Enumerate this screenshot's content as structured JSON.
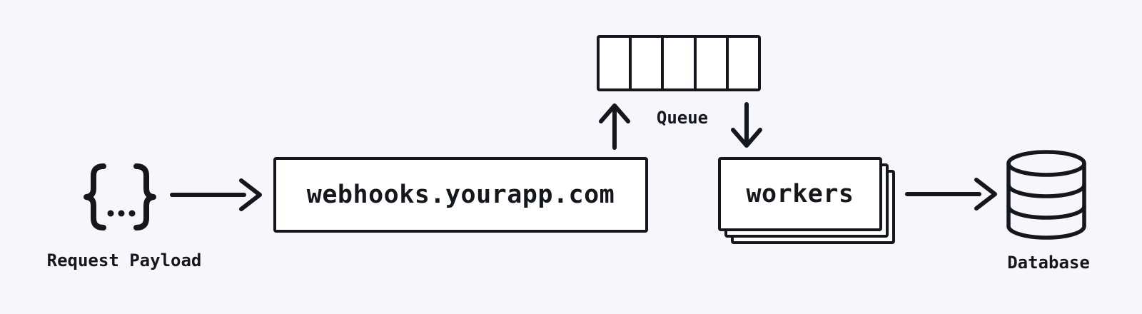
{
  "diagram": {
    "colors": {
      "background": "#f7f7fb",
      "ink": "#16161d",
      "node_fill": "#ffffff"
    },
    "nodes": {
      "payload": {
        "icon": "curly-braces-icon",
        "label": "Request Payload"
      },
      "webhook_server": {
        "label": "webhooks.yourapp.com"
      },
      "queue": {
        "label": "Queue",
        "slots": 5
      },
      "workers": {
        "label": "workers",
        "stack_count": 3
      },
      "database": {
        "icon": "database-cylinder-icon",
        "label": "Database"
      }
    }
  }
}
